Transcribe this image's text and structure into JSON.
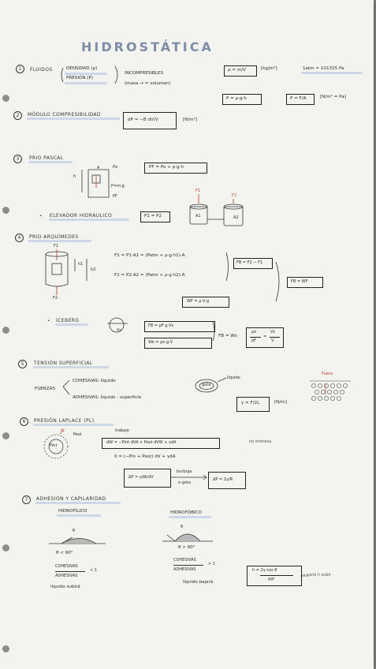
{
  "title": "HIDROSTÁTICA",
  "sections": {
    "s1": {
      "number": "1",
      "label": "FLUIDOS",
      "items": [
        "DENSIDAD (ρ)",
        "PRESIÓN (P)"
      ],
      "note1": "INCOMPRESIBLES",
      "note2": "(masa → = volumen)",
      "formula_density": "ρ = m/V",
      "unit_density": "[kg/m³]",
      "atm": "1atm = 101325 Pa",
      "formula_pressure": "P = ρ·g·h",
      "formula_pressure2": "P = F/A",
      "unit_pressure": "[N/m² = Pa]"
    },
    "s2": {
      "number": "2",
      "label": "MÓDULO COMPRESIBILIDAD",
      "formula": "dP = −B dV/V",
      "unit": "[N/m²]"
    },
    "s3": {
      "number": "3",
      "label": "PRIO PASCAL",
      "fig_h": "h",
      "fig_A": "A",
      "fig_P0": "Po",
      "fig_Pmg": "P=m·g",
      "fig_PF": "PF",
      "formula": "PF = Po + ρ·g·h",
      "sub": "ELEVADOR HIDRÁULICO",
      "sub_formula": "P1 = P2",
      "fig_F1": "F1",
      "fig_F2": "F2",
      "fig_A1": "A1",
      "fig_A2": "A2"
    },
    "s4": {
      "number": "4",
      "label": "PRIO ARQUÍMEDES",
      "fig_F1": "F1",
      "fig_F2": "F2",
      "fig_h1": "h1",
      "fig_h2": "h2",
      "eq1": "F1 = P1·A1 = (Patm + ρ·g·h1)·A",
      "eq2": "F2 = P2·A2 = (Patm + ρ·g·h2)·A",
      "box_fb": "FB = F2 − F1",
      "box_wf": "WF = ρ·V·g",
      "box_fbwf": "FB = WF",
      "sub": "ICEBERG",
      "ice_v": "Vs",
      "box_ice1": "FB = ρF·g·Vs",
      "box_ice2": "Wo = ρo·g·V",
      "eq_ice": "FB = Wo",
      "frac_num": "ρo",
      "frac_den": "ρF",
      "frac2_num": "Vs",
      "frac2_den": "V"
    },
    "s5": {
      "number": "5",
      "label": "TENSIÓN SUPERFICIAL",
      "forces": "FUERZAS",
      "cohesive": "COHESIVAS: líquido",
      "adhesive": "ADHESIVAS: líquido - superficie",
      "drop": "gota",
      "liquid": "líquido",
      "outside": "Fuera",
      "formula": "γ = F/2L",
      "unit": "[N/m]"
    },
    "s6": {
      "number": "6",
      "label": "PRESIÓN LAPLACE (PL)",
      "dr": "dr",
      "pext": "Pext",
      "pint": "Pint",
      "work": "trabajo",
      "formula_dw": "dW = −Pint dVA + Pext dVW + γdA",
      "nointeresa": "no interesa",
      "zero": "0 = (−Pin + Pext) dV + γdA",
      "box_dp": "ΔP = γdA/dV",
      "burbuja": "burbuja",
      "ogota": "o gota",
      "box_dp2": "ΔP = 2γ/R"
    },
    "s7": {
      "number": "7",
      "label": "ADHESIÓN Y CAPILARIDAD",
      "hydrophilic": "HIDROFÍLICO",
      "hydrophobic": "HIDROFÓBICO",
      "theta": "θ",
      "lt90": "θ < 90°",
      "gt90": "θ > 90°",
      "cohesive": "COHESIVAS",
      "adhesive": "ADHESIVAS",
      "lt1": "< 1",
      "gt1": "> 1",
      "rises": "líquido subirá",
      "falls": "líquido bajará",
      "formula_h_num": "h = 2γ cos θ",
      "formula_h_den": "ρgr",
      "arrow_note": "→ varía h subir"
    }
  }
}
